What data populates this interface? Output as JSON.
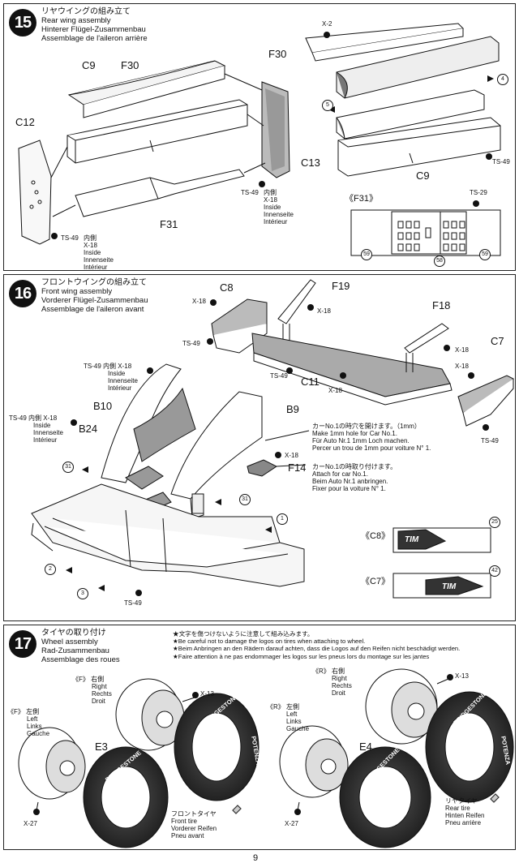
{
  "steps": [
    {
      "number": "15",
      "title_jp": "リヤウイングの組み立て",
      "title_en": "Rear wing assembly",
      "title_de": "Hinterer Flügel-Zusammenbau",
      "title_fr": "Assemblage de l'aileron arrière",
      "parts": {
        "c9a": "C9",
        "f30a": "F30",
        "c12": "C12",
        "c13": "C13",
        "f31": "F31",
        "f30b": "F30",
        "c9b": "C9",
        "f31_detail": "《F31》"
      },
      "callouts": {
        "x2": "X-2",
        "ts49_c13": "TS-49",
        "inside_c13_jp": "内側",
        "x18_c13": "X-18",
        "inside_c13_en": "Inside",
        "inside_c13_de": "Innenseite",
        "inside_c13_fr": "Intérieur",
        "ts49_c12": "TS-49",
        "inside_c12_jp": "内側",
        "x18_c12": "X-18",
        "inside_c12_en": "Inside",
        "inside_c12_de": "Innenseite",
        "inside_c12_fr": "Intérieur",
        "ts49_right": "TS-49",
        "ts29": "TS-29",
        "decal_4": "4",
        "decal_5": "5",
        "decal_59a": "59",
        "decal_58": "58",
        "decal_59b": "59"
      }
    },
    {
      "number": "16",
      "title_jp": "フロントウイングの組み立て",
      "title_en": "Front wing assembly",
      "title_de": "Vorderer Flügel-Zusammenbau",
      "title_fr": "Assemblage de l'aileron avant",
      "parts": {
        "c8": "C8",
        "f19": "F19",
        "f18": "F18",
        "c7": "C7",
        "c11": "C11",
        "b10": "B10",
        "b9": "B9",
        "b24": "B24",
        "f14": "F14",
        "c8_detail": "《C8》",
        "c7_detail": "《C7》"
      },
      "callouts": {
        "x18_c8": "X-18",
        "x18_f19": "X-18",
        "ts49_c8": "TS-49",
        "x18_f18": "X-18",
        "ts49_c11": "TS-49",
        "x18_c11": "X-18",
        "x18_c7": "X-18",
        "ts49_c7": "TS-49",
        "ts49_b10": "TS-49",
        "inside_b10_jp": "内側",
        "x18_b10": "X-18",
        "inside_b10_en": "Inside",
        "inside_b10_de": "Innenseite",
        "inside_b10_fr": "Intérieur",
        "ts49_b24": "TS-49",
        "inside_b24_jp": "内側",
        "x18_b24": "X-18",
        "inside_b24_en": "Inside",
        "inside_b24_de": "Innenseite",
        "inside_b24_fr": "Intérieur",
        "x18_f14": "X-18",
        "ts49_wing": "TS-49",
        "decal_31a": "31",
        "decal_31b": "31",
        "decal_1": "1",
        "decal_2": "2",
        "decal_3": "3",
        "decal_25": "25",
        "decal_42": "42",
        "logo_tim_a": "TIM",
        "logo_tim_b": "TIM"
      },
      "notes": {
        "hole_jp": "カーNo.1の時穴を開けます。（1mm）",
        "hole_en": "Make 1mm hole for Car No.1.",
        "hole_de": "Für Auto Nr.1 1mm Loch machen.",
        "hole_fr": "Percer un trou de 1mm pour voiture N° 1.",
        "attach_jp": "カーNo.1の時取り付けます。",
        "attach_en": "Attach for car No.1.",
        "attach_de": "Beim Auto Nr.1 anbringen.",
        "attach_fr": "Fixer pour la voiture N° 1."
      }
    },
    {
      "number": "17",
      "title_jp": "タイヤの取り付け",
      "title_en": "Wheel assembly",
      "title_de": "Rad-Zusammenbau",
      "title_fr": "Assemblage des roues",
      "notes": [
        "★文字を傷つけないように注意して組み込みます。",
        "★Be careful not to damage the logos on tires when attaching to wheel.",
        "★Beim Anbringen an den Rädern darauf achten, dass die Logos auf den Reifen nicht beschädigt werden.",
        "★Faire attention à ne pas endommager les logos sur les pneus lors du montage sur les jantes"
      ],
      "parts": {
        "e3": "E3",
        "e4": "E4"
      },
      "labels": {
        "f_right_mark": "《F》",
        "f_right_jp": "右側",
        "f_right_en": "Right",
        "f_right_de": "Rechts",
        "f_right_fr": "Droit",
        "f_left_mark": "《F》",
        "f_left_jp": "左側",
        "f_left_en": "Left",
        "f_left_de": "Links",
        "f_left_fr": "Gauche",
        "r_right_mark": "《R》",
        "r_right_jp": "右側",
        "r_right_en": "Right",
        "r_right_de": "Rechts",
        "r_right_fr": "Droit",
        "r_left_mark": "《R》",
        "r_left_jp": "左側",
        "r_left_en": "Left",
        "r_left_de": "Links",
        "r_left_fr": "Gauche",
        "x13_f": "X-13",
        "x27_f": "X-27",
        "x13_r": "X-13",
        "x27_r": "X-27",
        "front_tire_jp": "フロントタイヤ",
        "front_tire_en": "Front tire",
        "front_tire_de": "Vorderer Reifen",
        "front_tire_fr": "Pneu avant",
        "rear_tire_jp": "リヤタイヤ",
        "rear_tire_en": "Rear tire",
        "rear_tire_de": "Hinten Reifen",
        "rear_tire_fr": "Pneu arrière",
        "tire_logo": "BRIDGESTONE",
        "tire_logo_side": "POTENZA"
      }
    }
  ],
  "page_number": "9"
}
